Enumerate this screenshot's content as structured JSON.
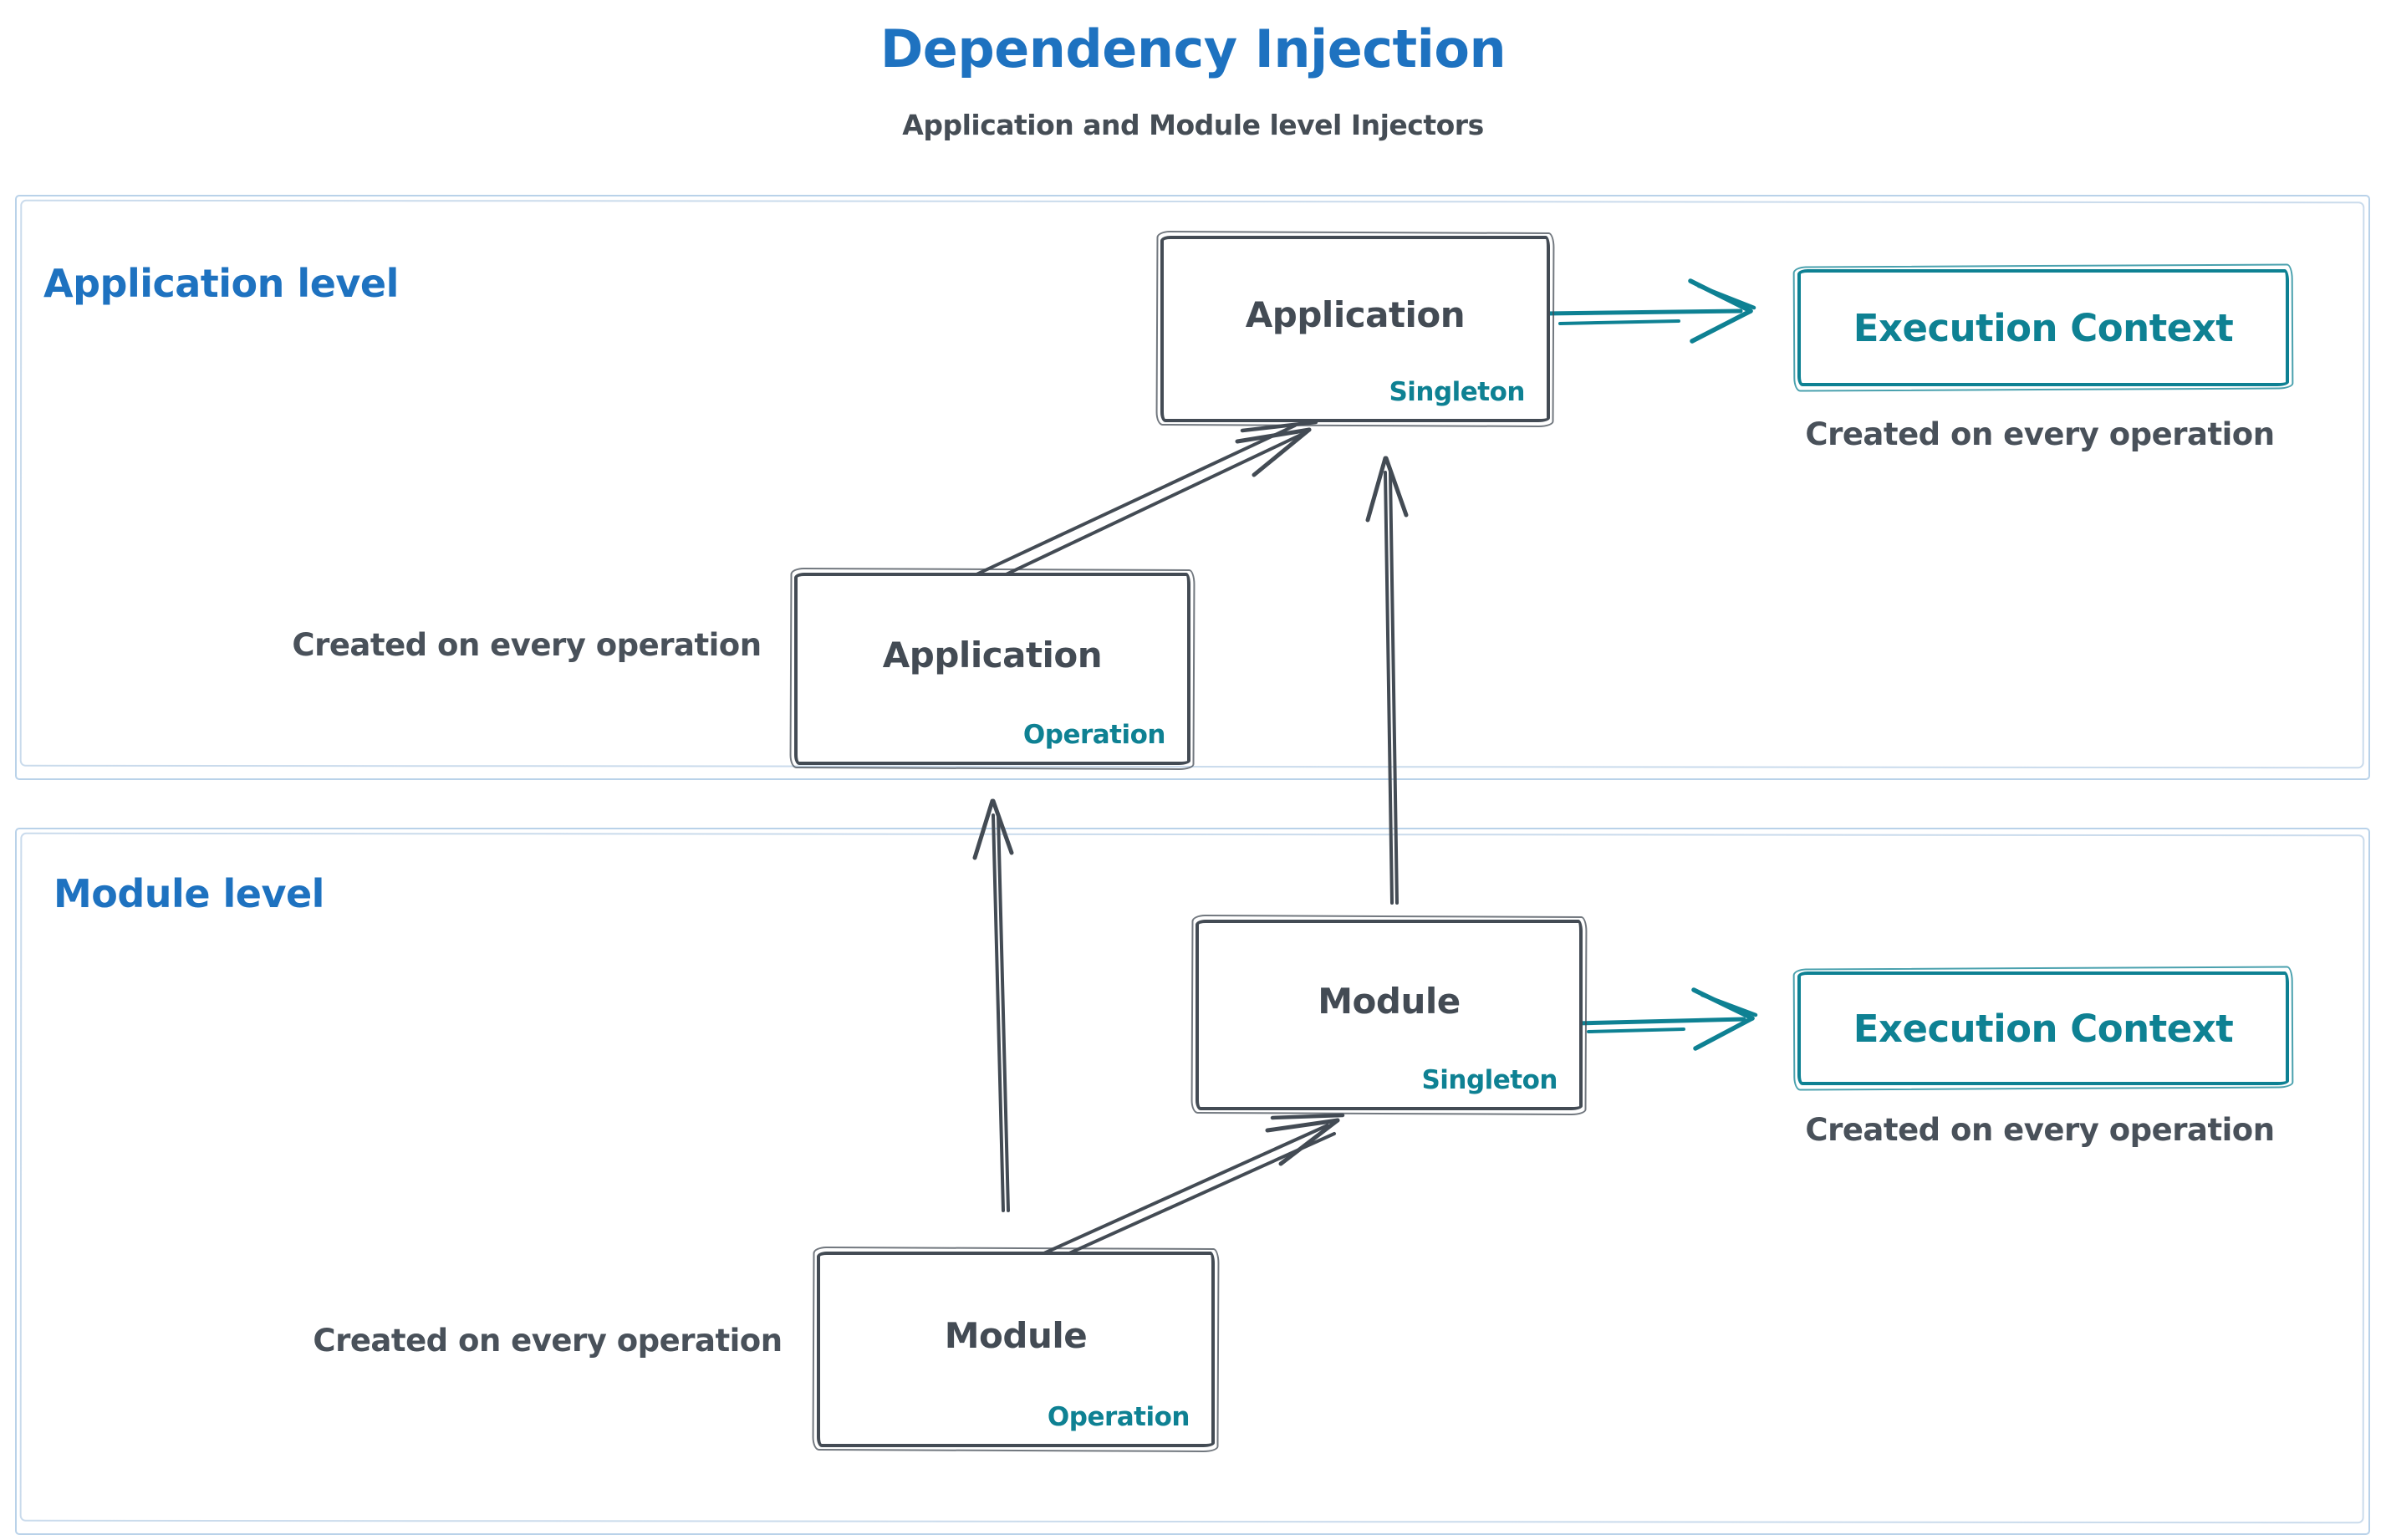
{
  "header": {
    "title": "Dependency Injection",
    "subtitle": "Application and Module level Injectors"
  },
  "application_level": {
    "label": "Application level",
    "singleton_box": {
      "title": "Application",
      "badge": "Singleton"
    },
    "operation_box": {
      "title": "Application",
      "badge": "Operation"
    },
    "operation_caption": "Created on every operation",
    "execution_context": {
      "title": "Execution Context",
      "caption": "Created on every operation"
    }
  },
  "module_level": {
    "label": "Module level",
    "singleton_box": {
      "title": "Module",
      "badge": "Singleton"
    },
    "operation_box": {
      "title": "Module",
      "badge": "Operation"
    },
    "operation_caption": "Created on every operation",
    "execution_context": {
      "title": "Execution Context",
      "caption": "Created on every operation"
    }
  },
  "connections": [
    {
      "from": "application-operation",
      "to": "application-singleton"
    },
    {
      "from": "application-singleton",
      "to": "application-execution-context"
    },
    {
      "from": "module-singleton",
      "to": "application-singleton"
    },
    {
      "from": "module-operation",
      "to": "application-operation"
    },
    {
      "from": "module-operation",
      "to": "module-singleton"
    },
    {
      "from": "module-singleton",
      "to": "module-execution-context"
    }
  ],
  "colors": {
    "title_blue": "#1e72c0",
    "teal_accent": "#0e8193",
    "dark_stroke": "#434b54",
    "container_border": "#b9d2e9",
    "background": "#ffffff"
  }
}
